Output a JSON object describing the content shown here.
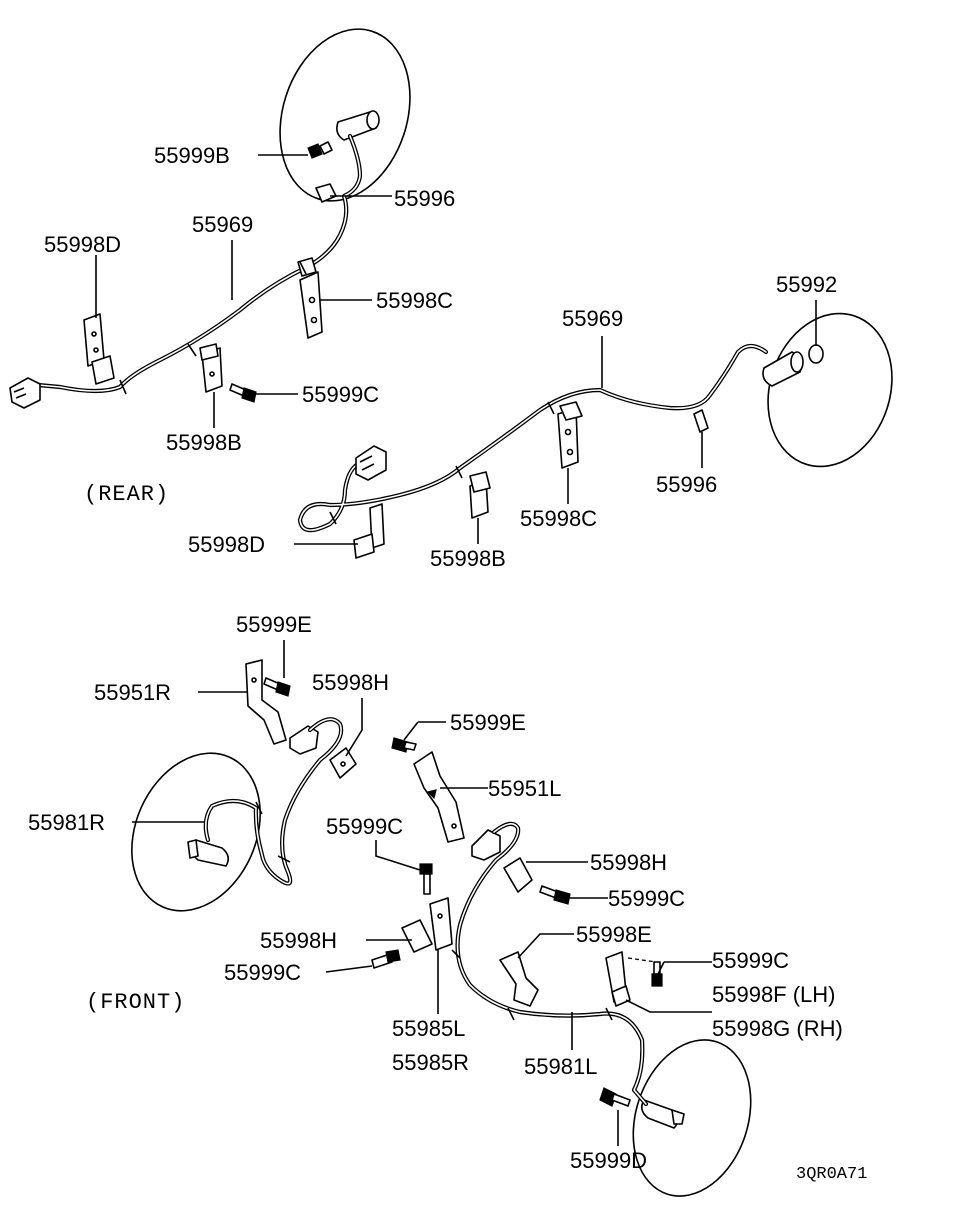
{
  "sections": {
    "rear": "(REAR)",
    "front": "(FRONT)"
  },
  "drawing_code": "3QR0A71",
  "labels": {
    "r_55999B": "55999B",
    "r_55996_top": "55996",
    "r_55969_left": "55969",
    "r_55998D_left": "55998D",
    "r_55998C_top": "55998C",
    "r_55999C": "55999C",
    "r_55998B_left": "55998B",
    "r_55992": "55992",
    "r_55969_right": "55969",
    "r_55996_right": "55996",
    "r_55998C_right": "55998C",
    "r_55998D_right": "55998D",
    "r_55998B_right": "55998B",
    "f_55999E_top": "55999E",
    "f_55951R": "55951R",
    "f_55998H_top": "55998H",
    "f_55999E_mid": "55999E",
    "f_55951L": "55951L",
    "f_55981R": "55981R",
    "f_55999C_mid": "55999C",
    "f_55998H_right": "55998H",
    "f_55999C_right": "55999C",
    "f_55998E": "55998E",
    "f_55998H_left": "55998H",
    "f_55999C_left": "55999C",
    "f_55999C_far": "55999C",
    "f_55998F": "55998F (LH)",
    "f_55998G": "55998G (RH)",
    "f_55985L": "55985L",
    "f_55985R": "55985R",
    "f_55981L": "55981L",
    "f_55999D": "55999D"
  }
}
